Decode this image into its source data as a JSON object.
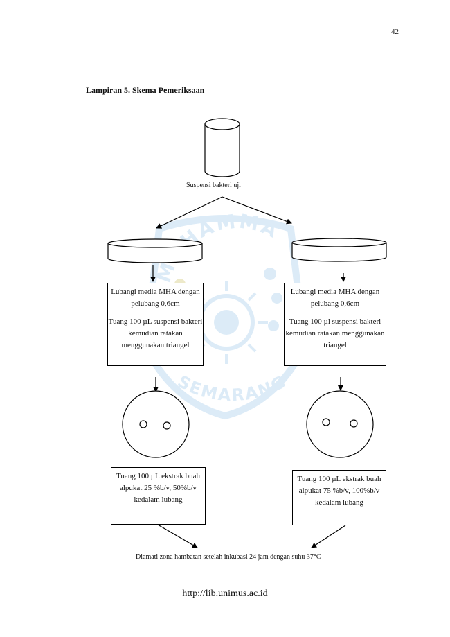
{
  "page": {
    "number": "42",
    "heading": "Lampiran 5. Skema Pemeriksaan",
    "footer": "http://lib.unimus.ac.id"
  },
  "watermark": {
    "top_text": "MUHAMMA",
    "bottom_text": "SEMARANG",
    "color": "#b3d3ee"
  },
  "diagram": {
    "tube_label": "Suspensi bakteri uji",
    "left": {
      "step1": "Lubangi media MHA dengan pelubang 0,6cm",
      "step2": "Tuang 100 µL suspensi bakteri kemudian ratakan menggunakan triangel",
      "step3": "Tuang 100 µL ekstrak buah alpukat 25 %b/v, 50%b/v kedalam lubang"
    },
    "right": {
      "step1": "Lubangi media MHA dengan pelubang 0,6cm",
      "step2": "Tuang 100 µl suspensi bakteri kemudian ratakan menggunakan triangel",
      "step3": "Tuang 100 µL ekstrak buah alpukat 75 %b/v, 100%b/v kedalam lubang"
    },
    "final": "Diamati zona hambatan setelah inkubasi 24 jam dengan suhu 37°C"
  }
}
